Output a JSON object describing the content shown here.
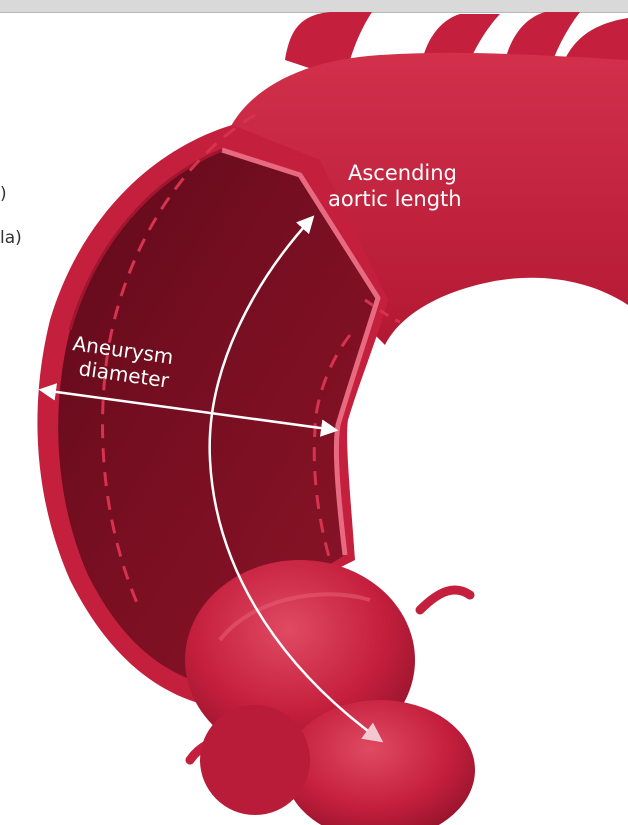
{
  "labels": {
    "ascending_line1": "Ascending",
    "ascending_line2": "aortic length",
    "aneurysm_line1": "Aneurysm",
    "aneurysm_line2": "diameter"
  },
  "edge_text": {
    "fragment_1": ")",
    "fragment_2": "la)"
  },
  "colors": {
    "aorta_outer": "#c41f3d",
    "aorta_inner": "#7a0f22",
    "aorta_highlight": "#e04a63",
    "arrow": "#ffffff",
    "dashed_line": "#d6334f",
    "top_bar": "#d9d9d9"
  }
}
